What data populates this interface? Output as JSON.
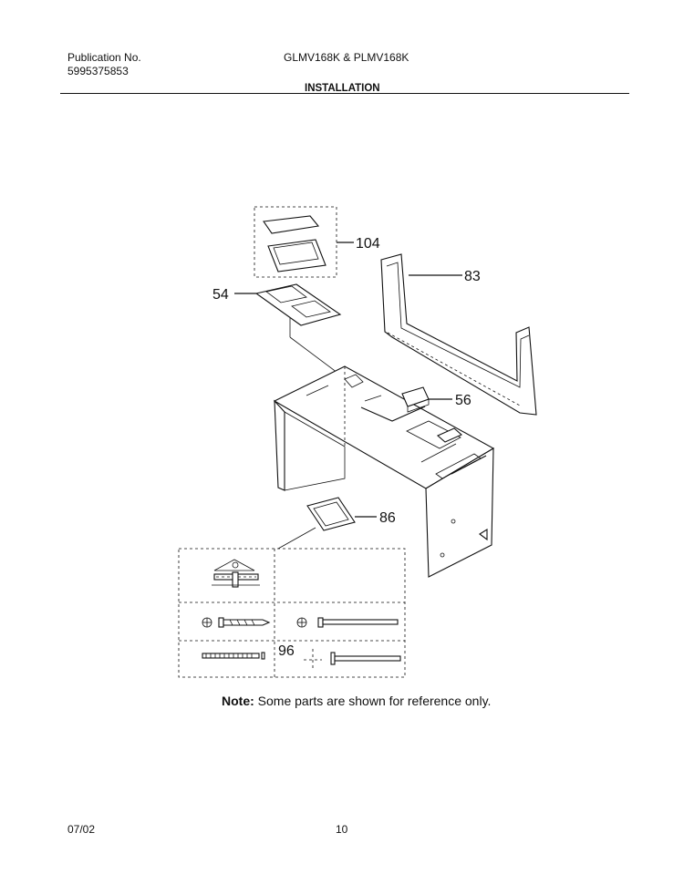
{
  "header": {
    "publication_label": "Publication No.",
    "publication_number": "5995375853",
    "models": "GLMV168K & PLMV168K",
    "section_title": "INSTALLATION"
  },
  "diagram": {
    "callouts": [
      "104",
      "83",
      "54",
      "56",
      "86",
      "96"
    ]
  },
  "note": {
    "label": "Note:",
    "text": " Some parts are shown for reference only."
  },
  "footer": {
    "date": "07/02",
    "page": "10"
  }
}
